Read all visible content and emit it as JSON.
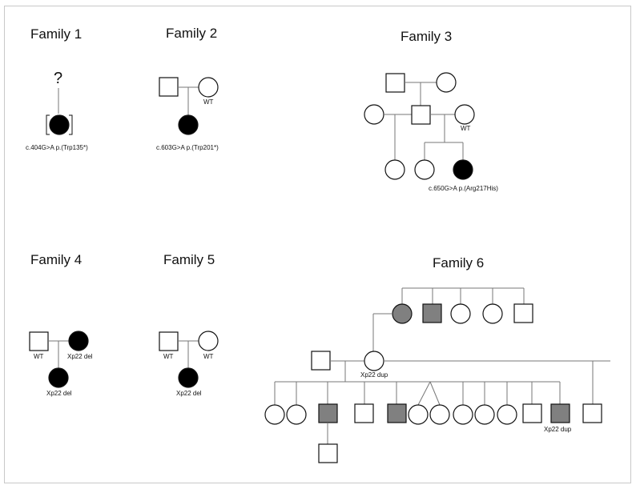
{
  "colors": {
    "affected": "#000000",
    "carrier": "#808080",
    "unaffected": "#ffffff",
    "line": "#777777"
  },
  "families": [
    {
      "title": "Family 1",
      "question_mark": "?",
      "variant": "c.404G>A p.(Trp135*)"
    },
    {
      "title": "Family 2",
      "wt_label": "WT",
      "variant": "c.603G>A p.(Trp201*)"
    },
    {
      "title": "Family 3",
      "wt_label": "WT",
      "variant": "c.650G>A p.(Arg217His)"
    },
    {
      "title": "Family 4",
      "wt_label": "WT",
      "mother_label": "Xp22 del",
      "child_label": "Xp22 del"
    },
    {
      "title": "Family 5",
      "wt_father": "WT",
      "wt_mother": "WT",
      "child_label": "Xp22 del"
    },
    {
      "title": "Family 6",
      "mother_label": "Xp22 dup",
      "son_label": "Xp22 dup"
    }
  ]
}
